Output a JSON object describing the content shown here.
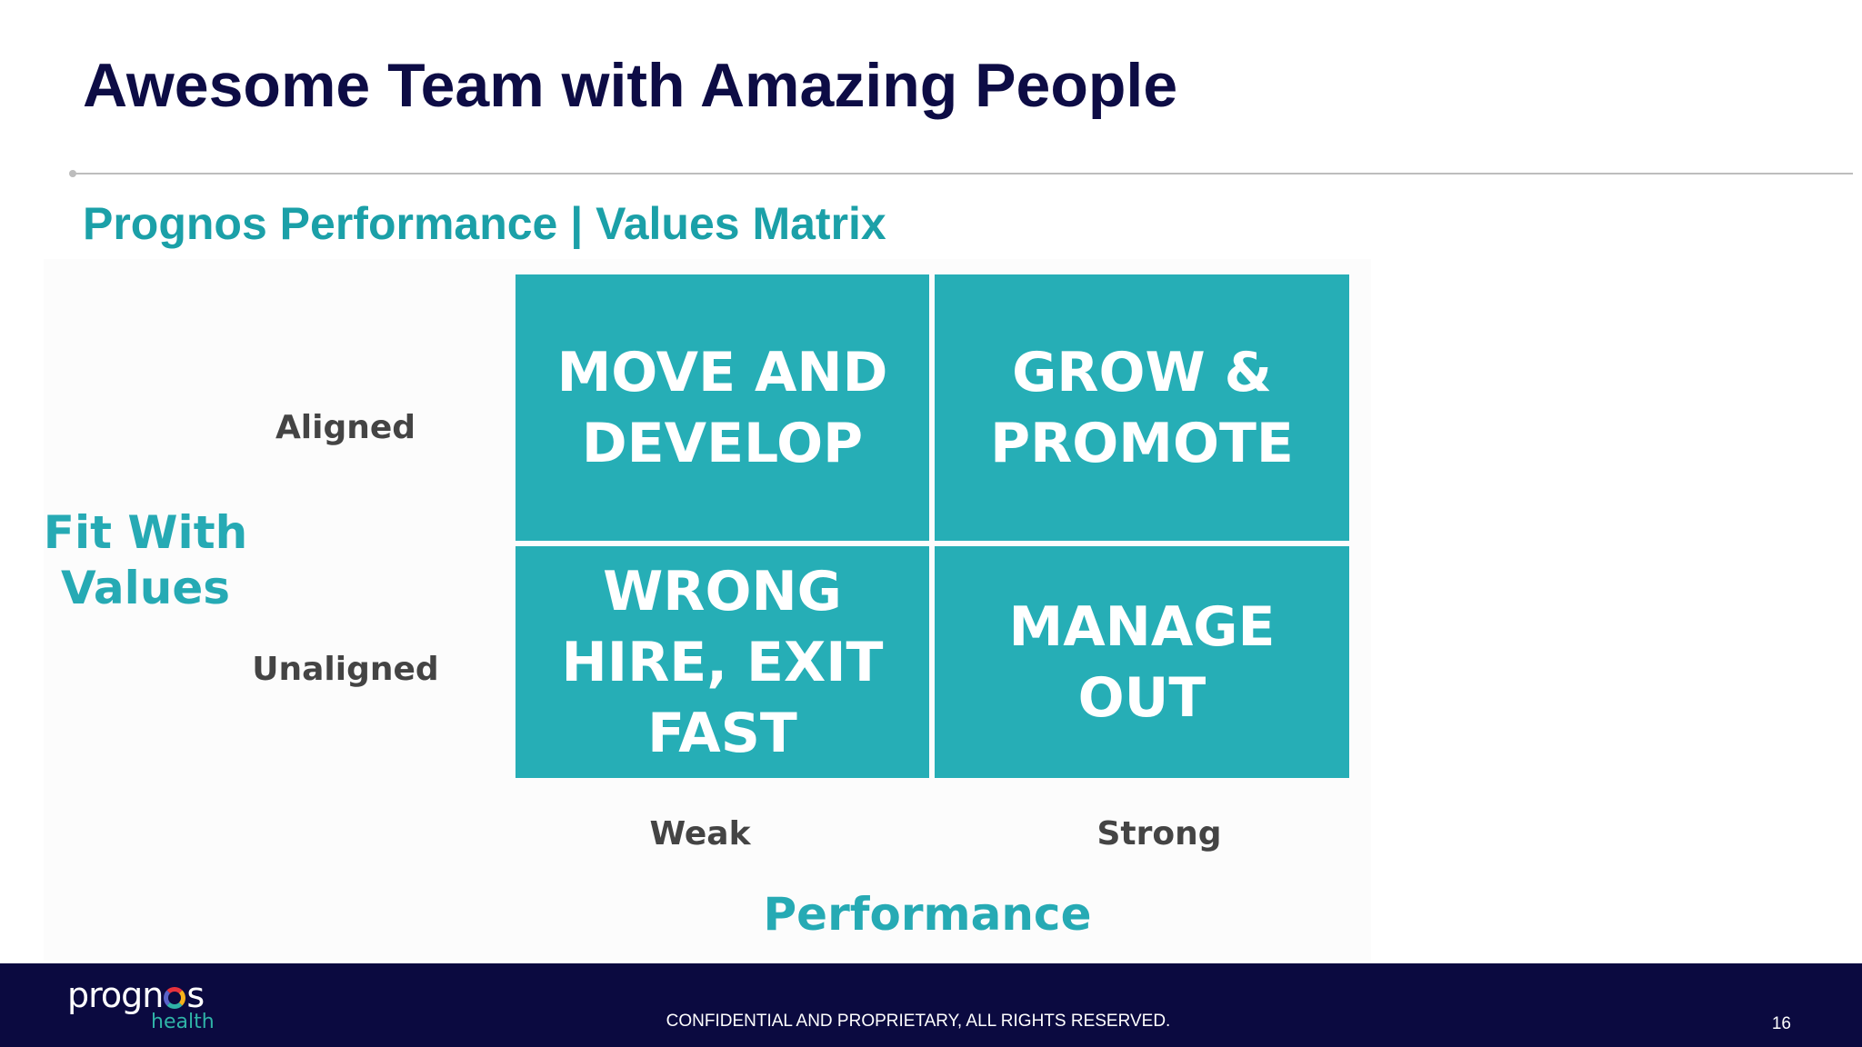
{
  "slide": {
    "title": "Awesome Team with Amazing People",
    "subtitle": "Prognos Performance | Values Matrix"
  },
  "matrix": {
    "y_axis": {
      "title": "Fit With Values",
      "labels": [
        "Aligned",
        "Unaligned"
      ]
    },
    "x_axis": {
      "title": "Performance",
      "labels": [
        "Weak",
        "Strong"
      ]
    },
    "quadrants": {
      "aligned_weak": "MOVE AND\nDEVELOP",
      "aligned_strong": "GROW &\nPROMOTE",
      "unaligned_weak": "WRONG\nHIRE, EXIT\nFAST",
      "unaligned_strong": "MANAGE\nOUT"
    },
    "quadrant_color": "#26aeb6"
  },
  "footer": {
    "logo_word_start": "progn",
    "logo_word_end": "s",
    "logo_sub": "health",
    "confidential": "CONFIDENTIAL AND PROPRIETARY, ALL RIGHTS RESERVED.",
    "page_number": "16"
  },
  "colors": {
    "title": "#0d0c45",
    "accent": "#1ba0a8",
    "footer_background": "#0b0a40"
  }
}
